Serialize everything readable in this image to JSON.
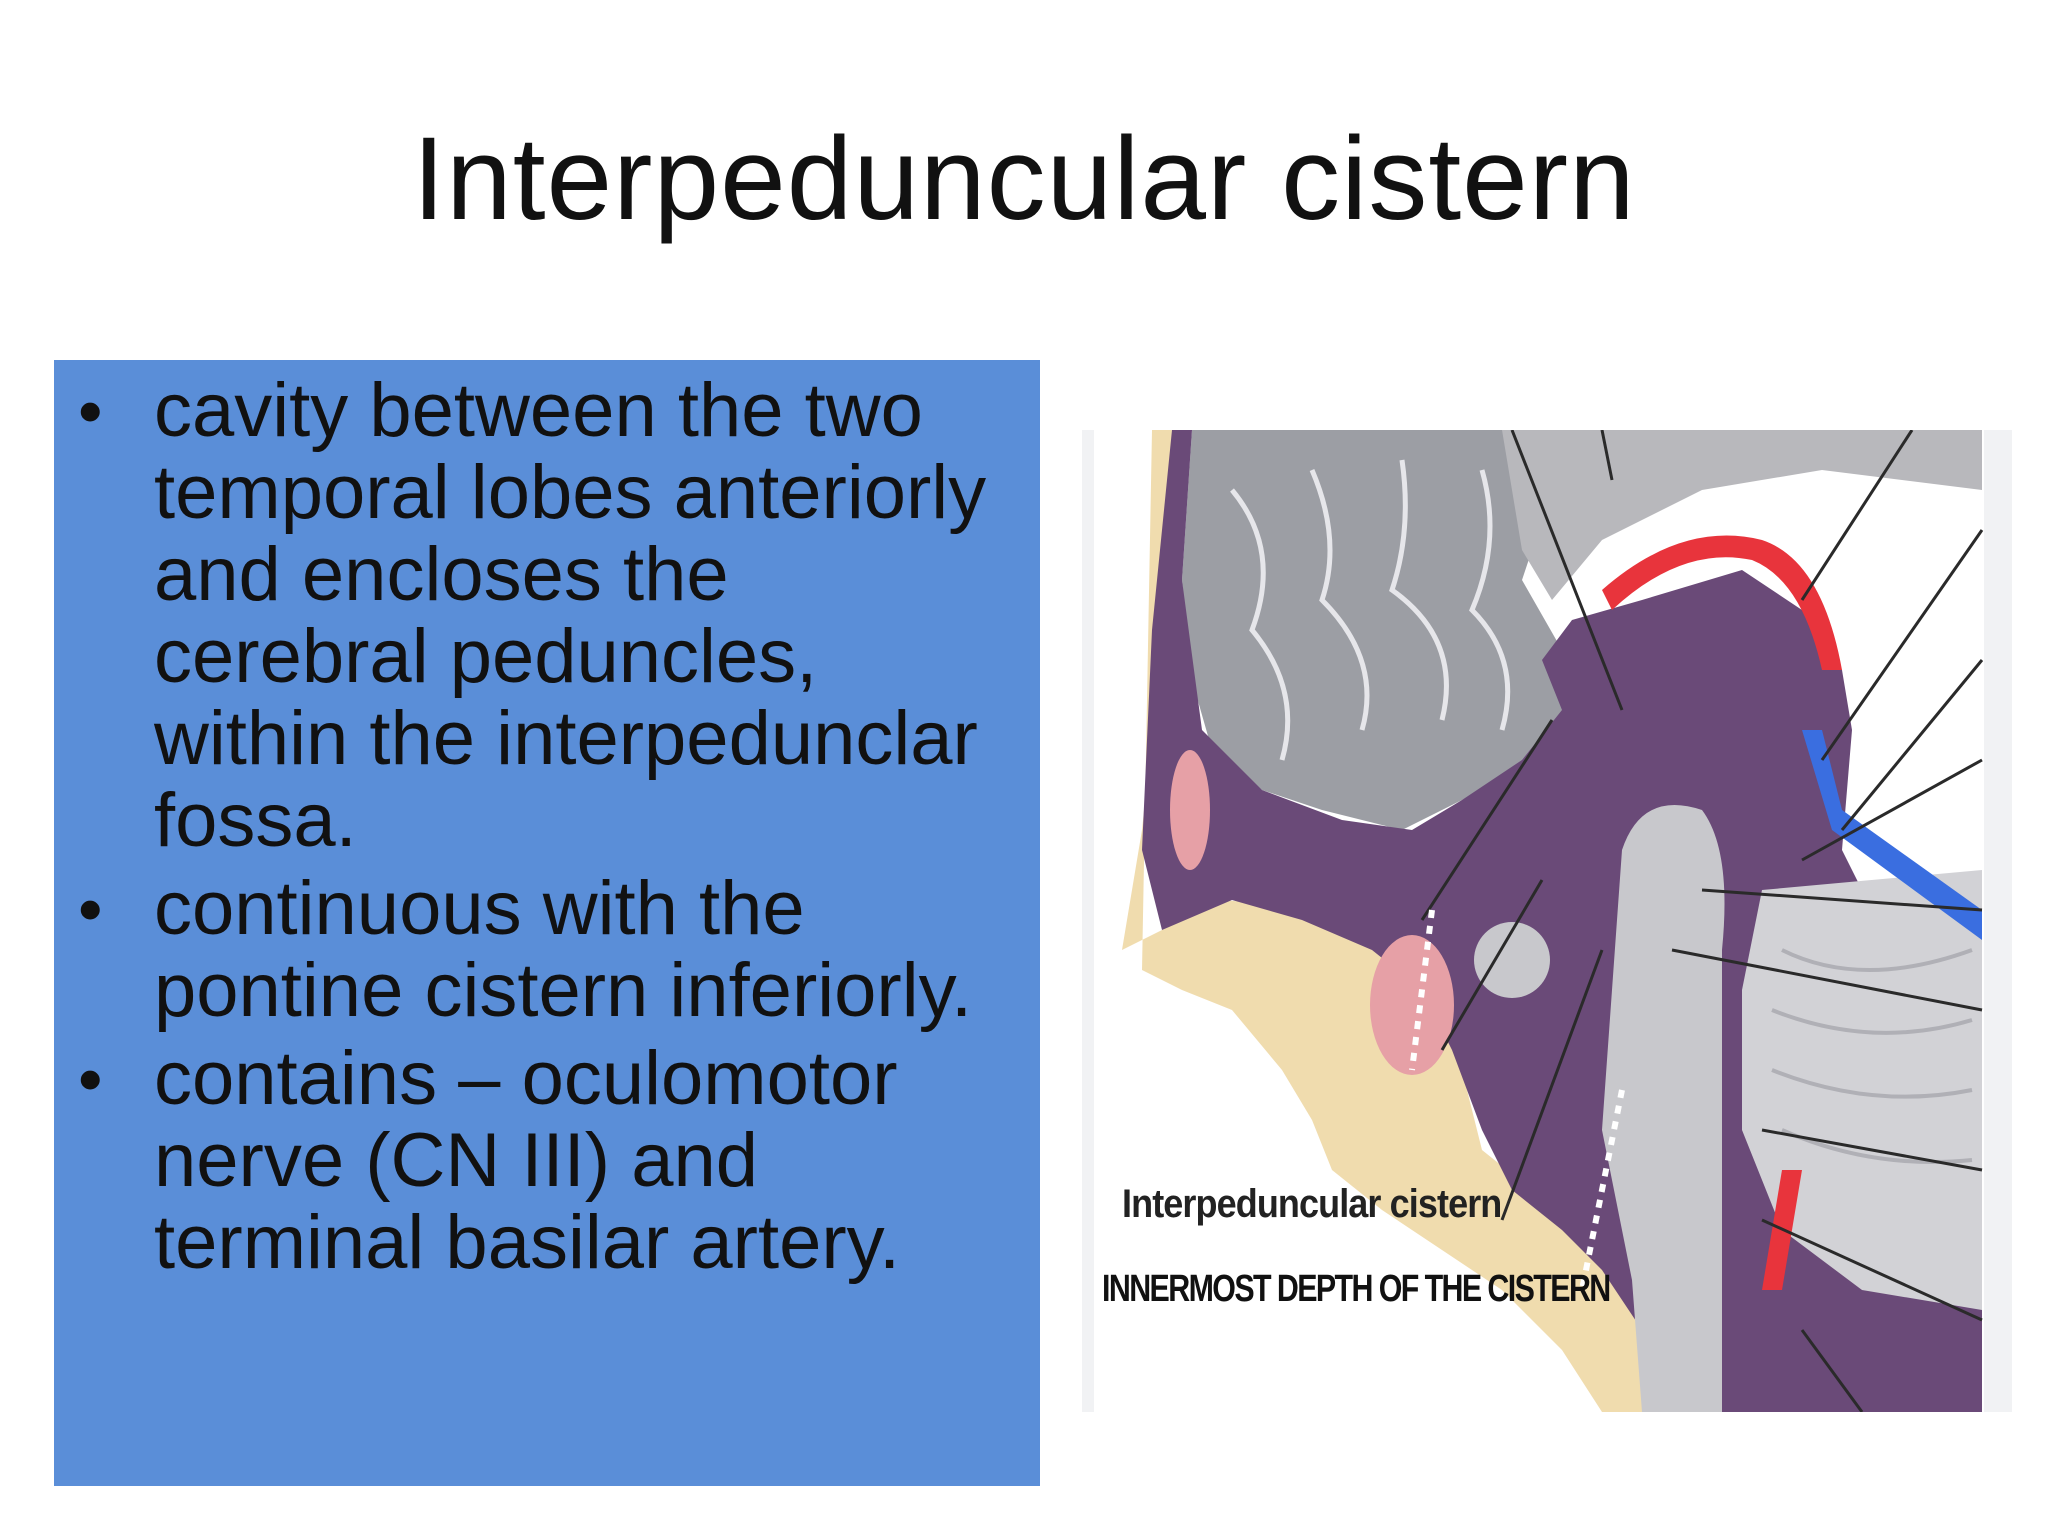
{
  "slide": {
    "title": "Interpeduncular cistern",
    "bullet_glyph": "•",
    "bullets": [
      "cavity between the two temporal lobes anteriorly and encloses the cerebral peduncles, within the interpedunclar fossa.",
      "continuous with the pontine cistern inferiorly.",
      "contains   – oculomotor nerve (CN III) and terminal basilar artery."
    ]
  },
  "figure": {
    "label_cistern": "Interpeduncular cistern",
    "label_depth": "INNERMOST DEPTH OF THE CISTERN"
  },
  "colors": {
    "panel": "#5a8ed8",
    "brain_gray": "#9c9ea4",
    "cistern_purple": "#6a4a78",
    "bone_yellow": "#f0dcae",
    "vessel_red": "#e8343c",
    "vein_blue": "#3a6ee0"
  }
}
